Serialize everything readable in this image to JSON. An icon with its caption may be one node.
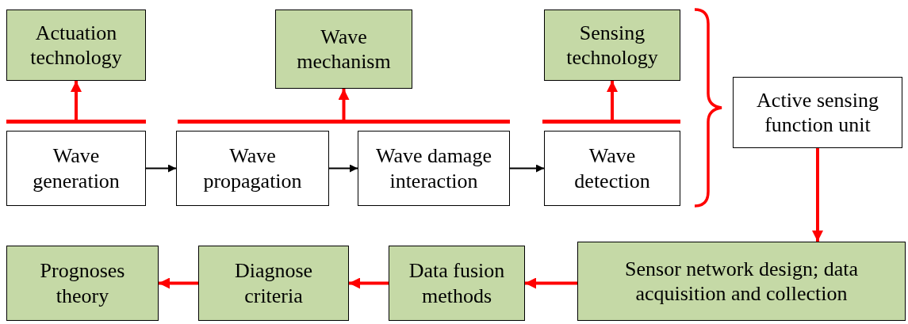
{
  "diagram": {
    "nodes": [
      {
        "text": [
          "Actuation technology"
        ]
      },
      {
        "text": [
          "Wave mechanism"
        ]
      },
      {
        "text": [
          "Sensing technology"
        ]
      },
      {
        "text": [],
        "shape": "bar"
      },
      {
        "text": [],
        "shape": "bar"
      },
      {
        "text": [],
        "shape": "bar"
      },
      {
        "text": [
          "Wave generation"
        ]
      },
      {
        "text": [
          "Wave propagation"
        ]
      },
      {
        "text": [
          "Wave damage interaction"
        ]
      },
      {
        "text": [
          "Wave detection"
        ]
      },
      {
        "text": [
          "Active sensing function unit"
        ]
      },
      {
        "text": [
          "Prognoses theory"
        ]
      },
      {
        "text": [
          "Diagnose criteria"
        ]
      },
      {
        "text": [
          "Data fusion methods"
        ]
      },
      {
        "text": [
          "Sensor network design; data acquisition and collection"
        ]
      }
    ],
    "edges": [
      {
        "from": 3,
        "to": 0,
        "arrow": "to"
      },
      {
        "from": 4,
        "to": 1,
        "arrow": "to"
      },
      {
        "from": 5,
        "to": 2,
        "arrow": "to"
      },
      {
        "from": 6,
        "to": 7,
        "arrow": "to",
        "color": "#000000"
      },
      {
        "from": 7,
        "to": 8,
        "arrow": "to",
        "color": "#000000"
      },
      {
        "from": 8,
        "to": 9,
        "arrow": "to",
        "color": "#000000"
      },
      {
        "from": 10,
        "to": 14,
        "arrow": "to"
      },
      {
        "from": 14,
        "to": 13,
        "arrow": "to"
      },
      {
        "from": 13,
        "to": 12,
        "arrow": "to"
      },
      {
        "from": 12,
        "to": 11,
        "arrow": "to"
      }
    ]
  }
}
